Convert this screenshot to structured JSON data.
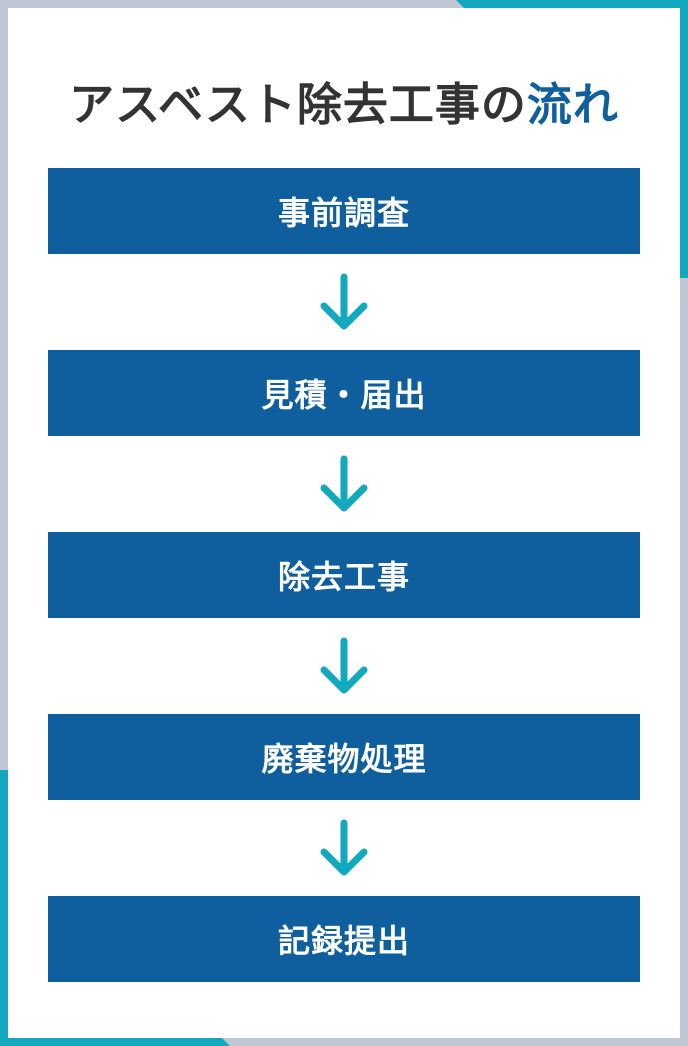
{
  "title": {
    "main": "アスベスト除去工事の",
    "accent": "流れ"
  },
  "steps": [
    {
      "label": "事前調査"
    },
    {
      "label": "見積・届出"
    },
    {
      "label": "除去工事"
    },
    {
      "label": "廃棄物処理"
    },
    {
      "label": "記録提出"
    }
  ],
  "colors": {
    "step_background": "#0f5e9e",
    "arrow": "#12a8be",
    "title_text": "#333333",
    "title_accent": "#0f5e9e",
    "corner_accent": "#12a8be",
    "page_background": "#c0c7d4"
  }
}
